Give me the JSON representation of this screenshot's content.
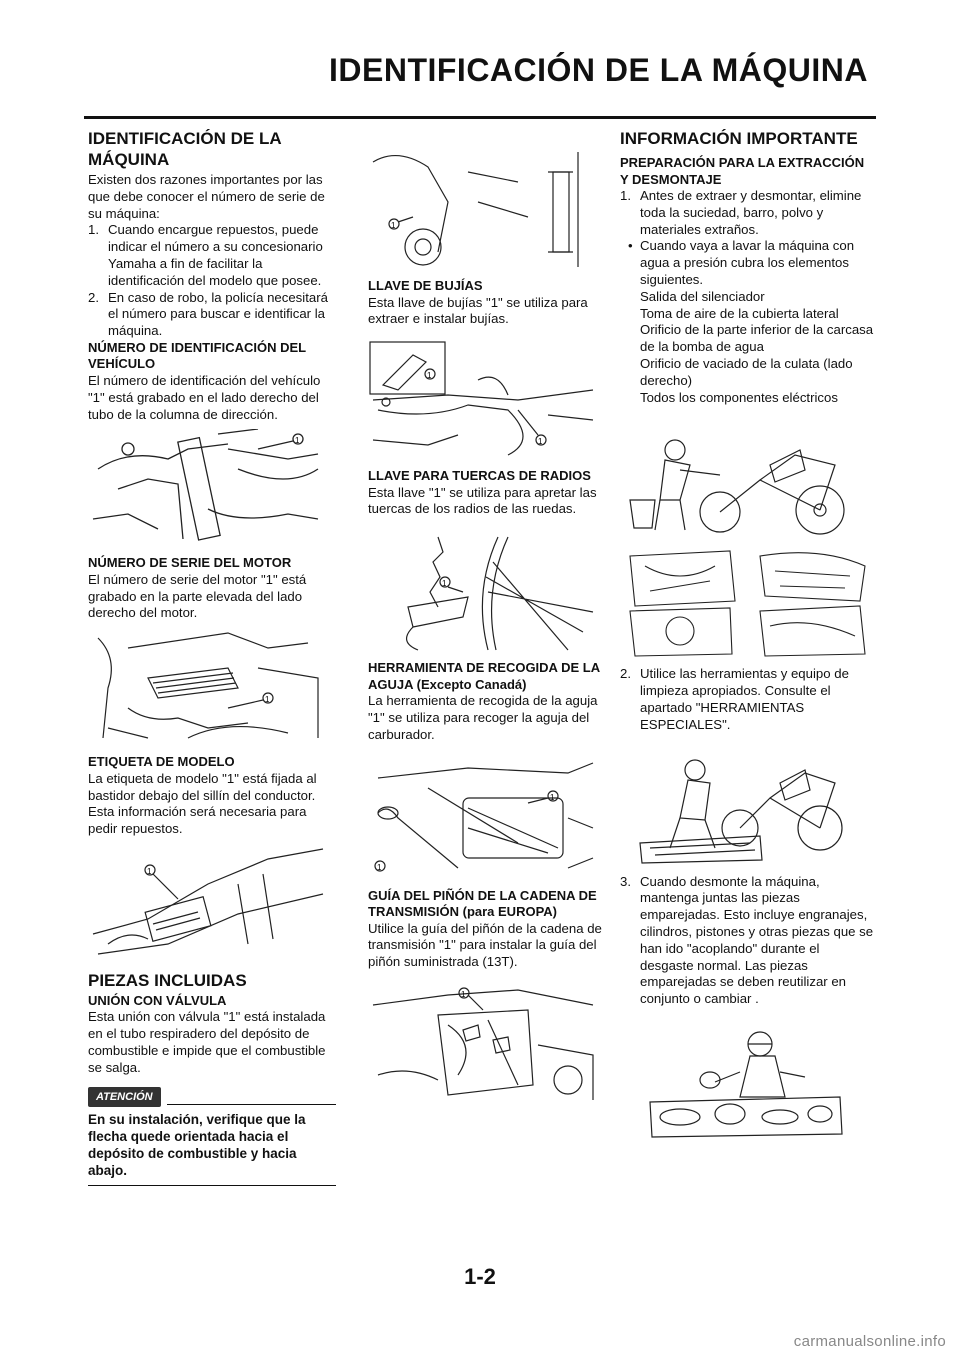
{
  "header": {
    "title": "IDENTIFICACIÓN DE LA MÁQUINA"
  },
  "col1": {
    "section1_title": "IDENTIFICACIÓN DE LA MÁQUINA",
    "intro": "Existen dos razones importantes por las que debe conocer el número de serie de su máquina:",
    "list": [
      {
        "num": "1.",
        "text": "Cuando encargue repuestos, puede indicar el número a su concesionario Yamaha a fin de facilitar la identificación del modelo que posee."
      },
      {
        "num": "2.",
        "text": "En caso de robo, la policía necesitará el número para buscar e identificar la máquina."
      }
    ],
    "vin_title": "NÚMERO DE IDENTIFICACIÓN DEL VEHÍCULO",
    "vin_text": "El número de identificación del vehículo \"1\" está grabado en el lado derecho del tubo de la columna de dirección.",
    "engine_title": "NÚMERO DE SERIE DEL MOTOR",
    "engine_text": "El número de serie del motor \"1\" está grabado en la parte elevada del lado derecho del motor.",
    "label_title": "ETIQUETA DE MODELO",
    "label_text": "La etiqueta de modelo \"1\" está fijada al bastidor debajo del sillín del conductor. Esta información será necesaria para pedir repuestos.",
    "section2_title": "PIEZAS INCLUIDAS",
    "valve_title": "UNIÓN CON VÁLVULA",
    "valve_text": "Esta unión con válvula \"1\" está instalada en el tubo respiradero del depósito de combustible e impide que el combustible se salga.",
    "caution_label": "ATENCIÓN",
    "caution_text": "En su instalación, verifique que la flecha quede orientada hacia el depósito de combustible y hacia abajo."
  },
  "col2": {
    "plug_title": "LLAVE DE BUJÍAS",
    "plug_text": "Esta llave de bujías \"1\" se utiliza para extraer e instalar bujías.",
    "spoke_title": "LLAVE PARA TUERCAS DE RADIOS",
    "spoke_text": "Esta llave \"1\" se utiliza para apretar las tuercas de los radios de las ruedas.",
    "needle_title": "HERRAMIENTA DE RECOGIDA DE LA AGUJA (Excepto Canadá)",
    "needle_text": "La herramienta de recogida de la aguja \"1\" se utiliza para recoger la aguja del carburador.",
    "sprocket_title": "GUÍA DEL PIÑÓN DE LA CADENA DE TRANSMISIÓN (para EUROPA)",
    "sprocket_text": "Utilice la guía del piñón de la cadena de transmisión \"1\" para instalar la guía del piñón suministrada (13T).",
    "tool_marker": "1"
  },
  "col3": {
    "section_title": "INFORMACIÓN IMPORTANTE",
    "prep_title": "PREPARACIÓN PARA LA EXTRACCIÓN Y DESMONTAJE",
    "step1_num": "1.",
    "step1_text": "Antes de extraer y desmontar, elimine toda la suciedad, barro, polvo y materiales extraños.",
    "bullet_mark": "•",
    "bullet_text": "Cuando vaya a lavar la máquina con agua a presión cubra los elementos siguientes.",
    "bullet_lines": [
      "Salida del silenciador",
      "Toma de aire de la cubierta lateral",
      "Orificio de la parte inferior de la carcasa de la bomba de agua",
      "Orificio de vaciado de la culata (lado derecho)",
      "Todos los componentes eléctricos"
    ],
    "step2_num": "2.",
    "step2_text": "Utilice las herramientas y equipo de limpieza apropiados. Consulte el apartado \"HERRAMIENTAS ESPECIALES\".",
    "step3_num": "3.",
    "step3_text": "Cuando desmonte la máquina, mantenga juntas las piezas emparejadas. Esto incluye engranajes, cilindros, pistones y otras piezas que se han ido \"acoplando\" durante el desgaste normal. Las piezas emparejadas se deben reutilizar en conjunto o cambiar ."
  },
  "footer": {
    "page_number": "1-2",
    "watermark": "carmanualsonline.info"
  }
}
